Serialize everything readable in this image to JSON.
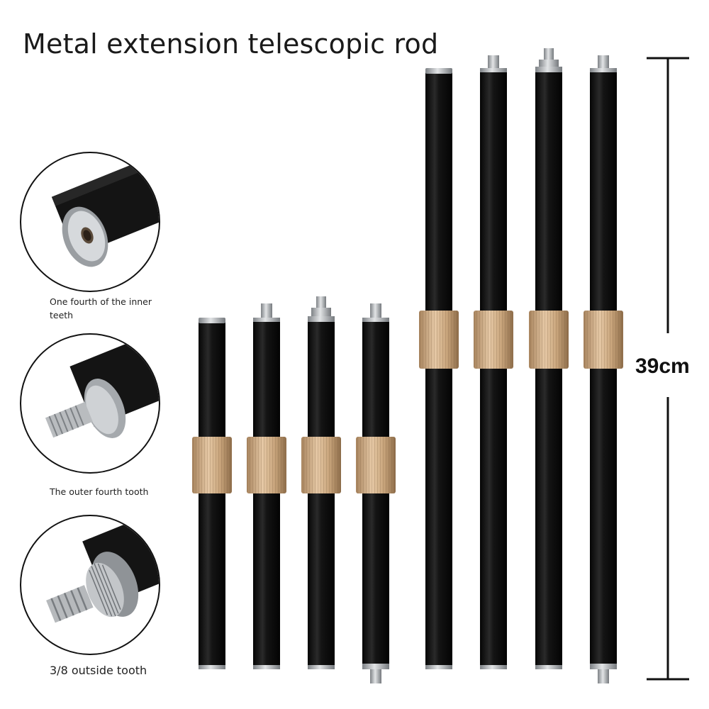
{
  "title": "Metal extension telescopic rod",
  "details": [
    {
      "caption": "One fourth of the inner teeth",
      "icon": "inner-thread-end-icon"
    },
    {
      "caption": "The outer fourth tooth",
      "icon": "outer-quarter-screw-icon"
    },
    {
      "caption": "3/8 outside tooth",
      "icon": "outer-three-eighths-screw-icon"
    }
  ],
  "measurement": {
    "label": "39cm"
  },
  "colors": {
    "rod": "#121212",
    "collar": "#c9a57c",
    "steel": "#b8bcc0",
    "text": "#111111"
  }
}
